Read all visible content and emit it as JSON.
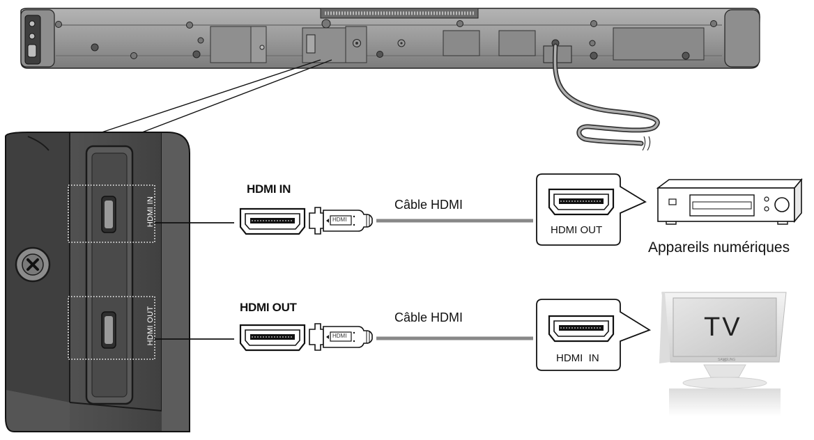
{
  "labels": {
    "panel_hdmi_in": "HDMI IN",
    "panel_hdmi_out": "HDMI OUT",
    "hdmi_in": "HDMI IN",
    "hdmi_out": "HDMI OUT",
    "cable_1": "Câble HDMI",
    "cable_2": "Câble HDMI",
    "plug_1": "HDMI",
    "plug_2": "HDMI",
    "player_port": "HDMI OUT",
    "tv_port": "HDMI  IN",
    "player_device": "Appareils numériques",
    "tv_screen": "TV",
    "tv_brand": "SAMSUNG"
  },
  "colors": {
    "soundbar_body": "#9a9a9a",
    "panel_dark": "#4a4a4a",
    "cable": "#888888",
    "outline": "#111111"
  }
}
